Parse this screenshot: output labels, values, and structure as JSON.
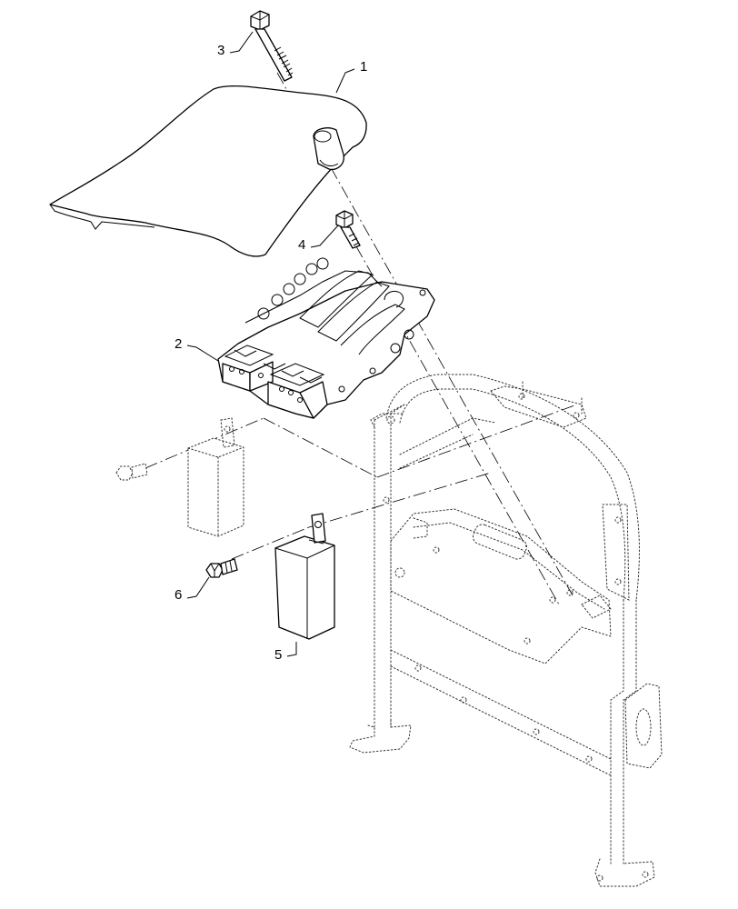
{
  "callouts": {
    "c1": "1",
    "c2": "2",
    "c3": "3",
    "c4": "4",
    "c5": "5",
    "c6": "6"
  },
  "parts": [
    {
      "id": "1",
      "name": "cover"
    },
    {
      "id": "2",
      "name": "control-module"
    },
    {
      "id": "3",
      "name": "long-bolt"
    },
    {
      "id": "4",
      "name": "bolt"
    },
    {
      "id": "5",
      "name": "relay"
    },
    {
      "id": "6",
      "name": "screw"
    }
  ]
}
